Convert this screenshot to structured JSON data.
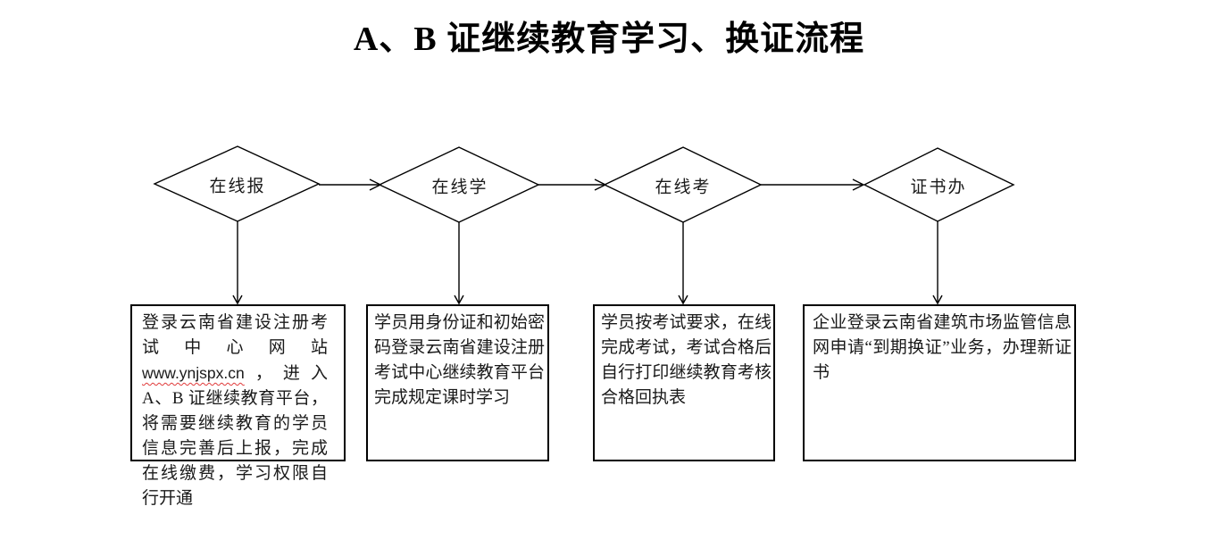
{
  "title": "A、B 证继续教育学习、换证流程",
  "flow": {
    "steps": [
      {
        "label": "在线报"
      },
      {
        "label": "在线学"
      },
      {
        "label": "在线考"
      },
      {
        "label": "证书办"
      }
    ],
    "boxes": [
      {
        "text_before": "登录云南省建设注册考试中心网站 ",
        "url": "www.ynjspx.cn",
        "text_after": "，进入 A、B 证继续教育平台，将需要继续教育的学员信息完善后上报，完成在线缴费，学习权限自行开通"
      },
      {
        "text": "学员用身份证和初始密码登录云南省建设注册考试中心继续教育平台完成规定课时学习"
      },
      {
        "text": "学员按考试要求，在线完成考试，考试合格后自行打印继续教育考核合格回执表"
      },
      {
        "text": "企业登录云南省建筑市场监管信息网申请“到期换证”业务，办理新证书"
      }
    ]
  },
  "colors": {
    "background": "#ffffff",
    "text": "#1a1a1a",
    "line": "#000000",
    "spellcheck_underline": "#e03a3a"
  }
}
